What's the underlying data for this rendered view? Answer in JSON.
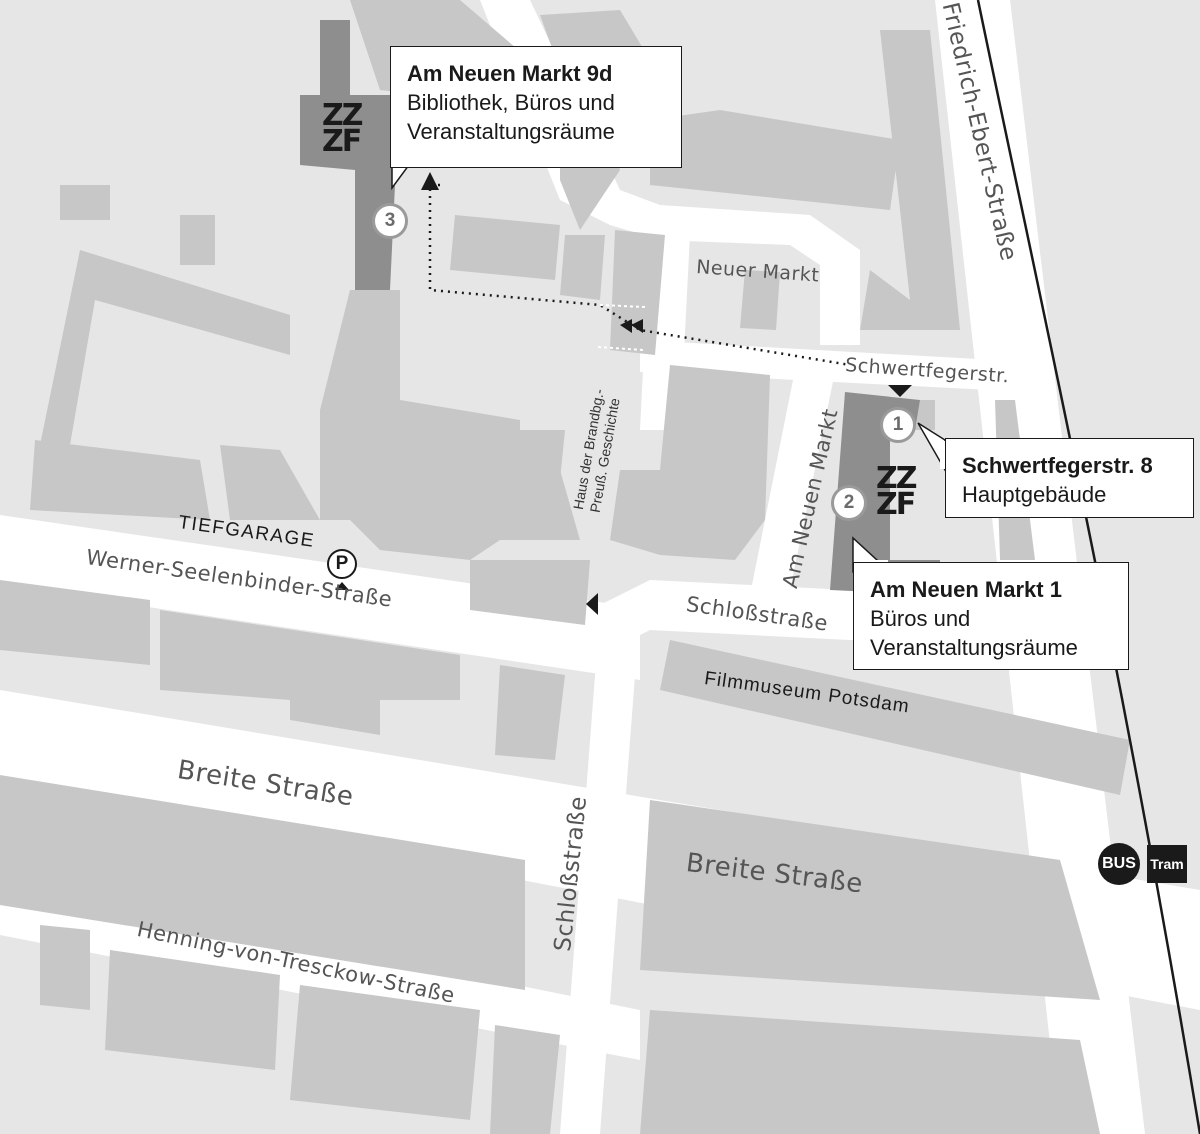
{
  "map": {
    "streets": {
      "friedrich_ebert": "Friedrich-Ebert-Straße",
      "neuer_markt": "Neuer Markt",
      "schwertfegerstr": "Schwertfegerstr.",
      "am_neuen_markt": "Am Neuen Markt",
      "werner_seelenbinder": "Werner-Seelenbinder-Straße",
      "schlossstrasse_upper": "Schloßstraße",
      "breite_strasse_left": "Breite Straße",
      "breite_strasse_right": "Breite Straße",
      "schlossstrasse_vertical": "Schloßstraße",
      "henning_von_tresckow": "Henning-von-Tresckow-Straße"
    },
    "landmarks": {
      "filmmuseum": "Filmmuseum Potsdam",
      "haus_der_brandbg_line1": "Haus der Brandbg.-",
      "haus_der_brandbg_line2": "Preuß. Geschichte",
      "tiefgarage": "TIEFGARAGE",
      "parking_symbol": "P"
    },
    "locations": [
      {
        "number": "1",
        "title": "Schwertfegerstr. 8",
        "lines": [
          "Hauptgebäude"
        ]
      },
      {
        "number": "2",
        "title": "Am Neuen Markt 1",
        "lines": [
          "Büros und",
          "Veranstaltungsräume"
        ]
      },
      {
        "number": "3",
        "title": "Am Neuen Markt 9d",
        "lines": [
          "Bibliothek, Büros und",
          "Veranstaltungsräume"
        ]
      }
    ],
    "transit": {
      "bus": "BUS",
      "tram": "Tram"
    },
    "logo": {
      "line1": "ZZ",
      "line2": "ZF",
      "icon": "zzf-logo-icon"
    },
    "colors": {
      "background": "#e6e6e6",
      "building": "#c7c7c7",
      "zzf_building": "#8e8e8e",
      "road": "#ffffff",
      "ink": "#1a1a1a"
    }
  }
}
